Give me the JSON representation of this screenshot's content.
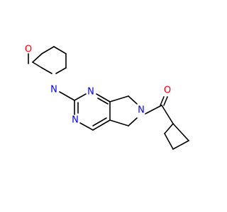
{
  "colors": {
    "background": "#ffffff",
    "bond": "#000000",
    "oxygen": "#ff0000",
    "nitrogen": "#0000ff"
  },
  "atoms": {
    "morpholine_oxygen": "O",
    "morpholine_nitrogen": "N",
    "pyrimidine_n1": "N",
    "pyrimidine_n3": "N",
    "pyrrolidine_nitrogen": "N",
    "carbonyl_oxygen": "O"
  }
}
